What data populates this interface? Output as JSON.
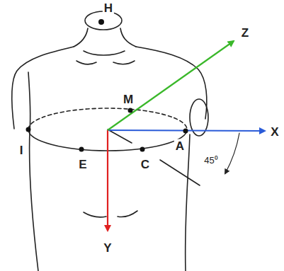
{
  "diagram": {
    "labels": [
      "H",
      "Z",
      "M",
      "X",
      "I",
      "E",
      "C",
      "A",
      "45⁰",
      "Y"
    ]
  }
}
